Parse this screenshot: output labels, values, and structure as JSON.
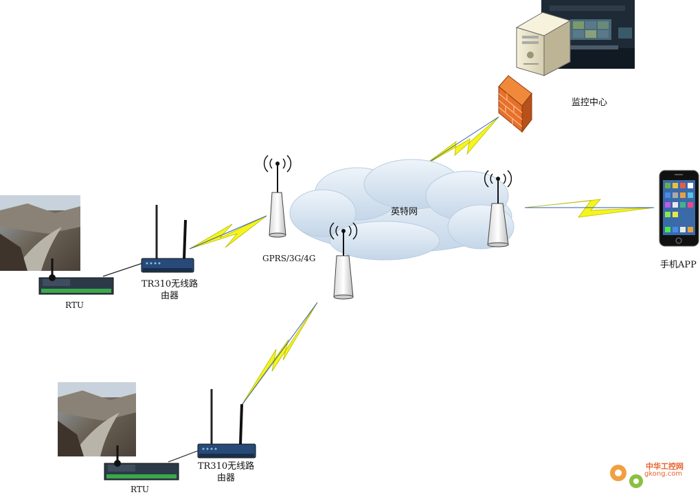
{
  "labels": {
    "monitor_center": "监控中心",
    "internet": "英特网",
    "gprs": "GPRS/3G/4G",
    "phone_app": "手机APP",
    "router1_line1": "TR310无线路",
    "router1_line2": "由器",
    "router2_line1": "TR310无线路",
    "router2_line2": "由器",
    "rtu1": "RTU",
    "rtu2": "RTU"
  },
  "watermark": {
    "name": "中华工控网",
    "url": "gkong.com"
  },
  "colors": {
    "lightning": "#f5f51e",
    "link_line": "#2e5da8",
    "cloud": "#d6e4f0",
    "firewall": "#e8702a",
    "router": "#274a78",
    "rtu_body": "#2c3a48",
    "rtu_terminals": "#3aa84a",
    "watermark": "#e8612a"
  }
}
